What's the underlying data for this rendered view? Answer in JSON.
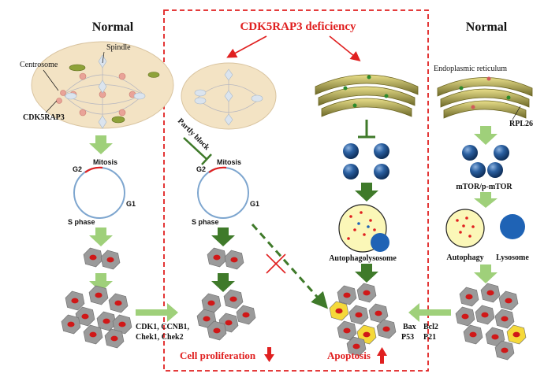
{
  "left_title": "Normal",
  "right_title": "Normal",
  "center_title": "CDK5RAP3 deficiency",
  "labels": {
    "centrosome": "Centrosome",
    "spindle": "Spindle",
    "cdk5rap3": "CDK5RAP3",
    "partly_block": "Partly block",
    "er": "Endoplasmic reticulum",
    "rpl26": "RPL26",
    "mtor": "mTOR/p-mTOR",
    "autophagy": "Autophagy",
    "lysosome": "Lysosome",
    "autophagolysosome": "Autophagolysosome"
  },
  "cycle": {
    "mitosis": "Mitosis",
    "g1": "G1",
    "g2": "G2",
    "s": "S phase"
  },
  "markers_left": {
    "line1": "CDK1, CCNB1,",
    "line2": "Chek1, Chek2"
  },
  "markers_right": {
    "line1": "Bax",
    "line2": "Bcl2",
    "line3": "P53",
    "line4": "P21"
  },
  "outcomes": {
    "proliferation": "Cell proliferation",
    "apoptosis": "Apoptosis"
  },
  "colors": {
    "red": "#e02020",
    "dark_green": "#3f7a2a",
    "light_green": "#9fd07a",
    "cell_gray": "#9a9a9a",
    "nucleus": "#d01818",
    "apoptotic": "#f5d93a",
    "lysosome": "#1f63b5"
  }
}
